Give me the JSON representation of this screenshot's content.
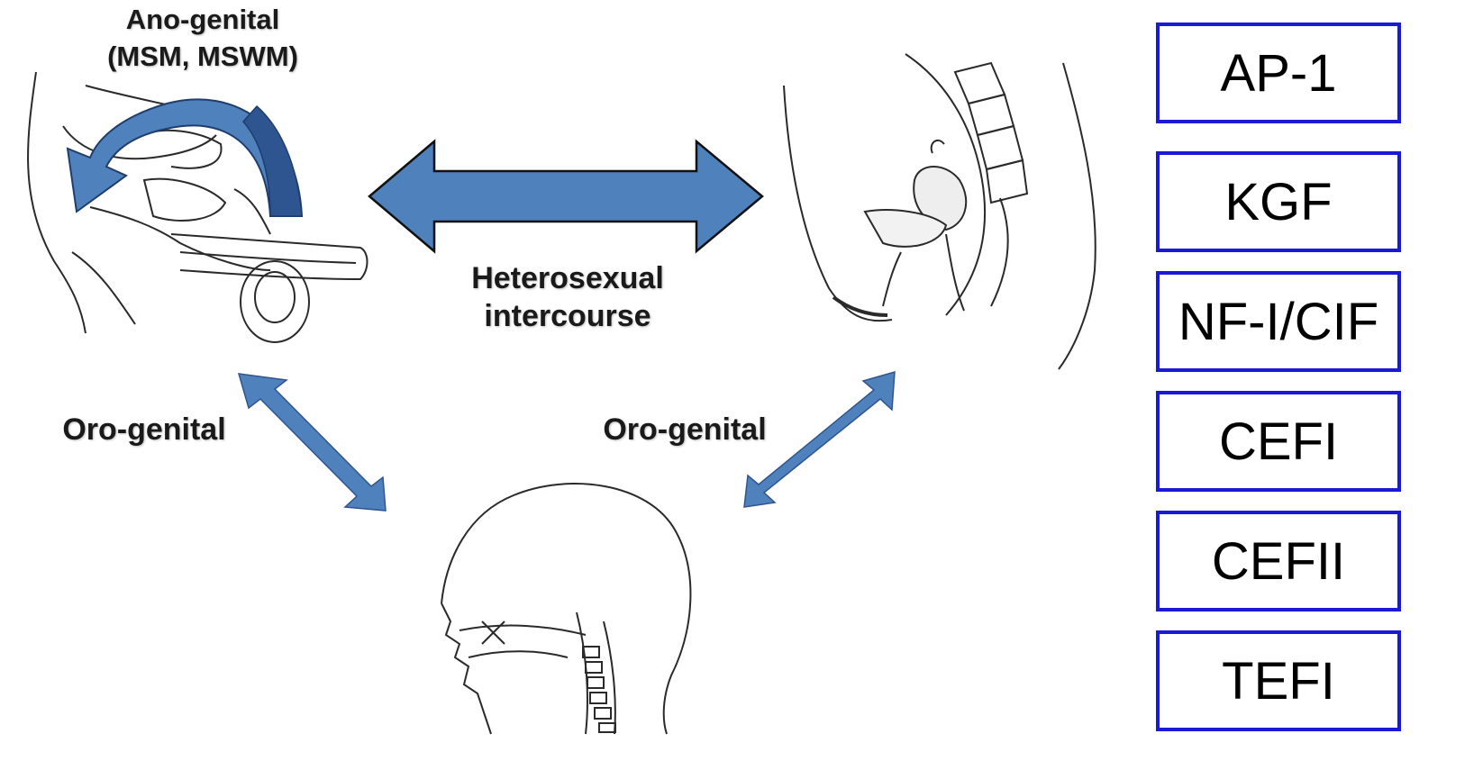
{
  "labels": {
    "ano_genital": "Ano-genital",
    "ano_genital_sub": "(MSM, MSWM)",
    "heterosexual_line1": "Heterosexual",
    "heterosexual_line2": "intercourse",
    "oro_genital_left": "Oro-genital",
    "oro_genital_right": "Oro-genital"
  },
  "factors": [
    "AP-1",
    "KGF",
    "NF-I/CIF",
    "CEFI",
    "CEFII",
    "TEFI"
  ],
  "colors": {
    "arrow_fill": "#4f81bd",
    "arrow_dark": "#2f5590",
    "box_border": "#1a1ad6",
    "line": "#2a2a2a"
  }
}
